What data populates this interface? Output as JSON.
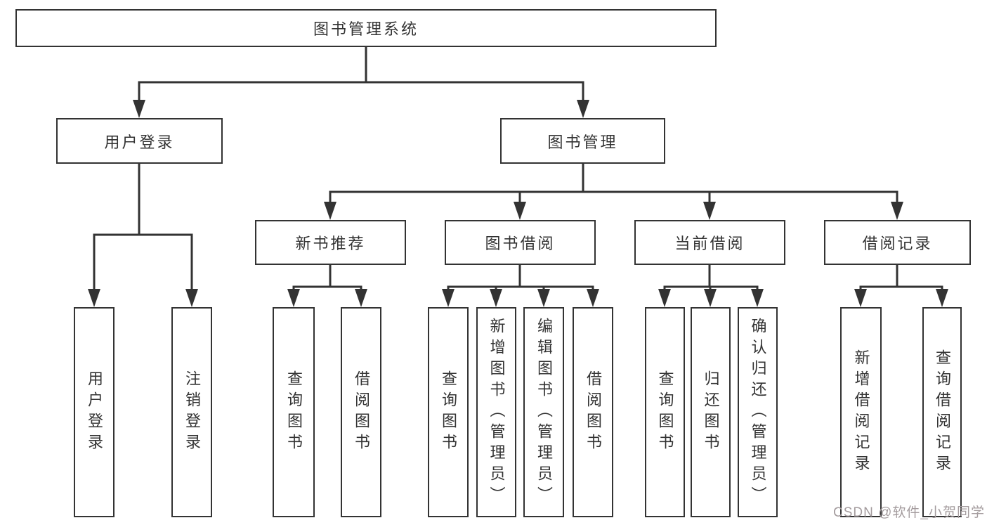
{
  "diagram": {
    "root": {
      "label": "图书管理系统"
    },
    "level2": [
      {
        "label": "用户登录"
      },
      {
        "label": "图书管理"
      }
    ],
    "level3": [
      {
        "label": "新书推荐"
      },
      {
        "label": "图书借阅"
      },
      {
        "label": "当前借阅"
      },
      {
        "label": "借阅记录"
      }
    ],
    "leaves": [
      {
        "label": "用户登录"
      },
      {
        "label": "注销登录"
      },
      {
        "label": "查询图书"
      },
      {
        "label": "借阅图书"
      },
      {
        "label": "查询图书"
      },
      {
        "label": "新增图书（管理员）"
      },
      {
        "label": "编辑图书（管理员）"
      },
      {
        "label": "借阅图书"
      },
      {
        "label": "查询图书"
      },
      {
        "label": "归还图书"
      },
      {
        "label": "确认归还（管理员）"
      },
      {
        "label": "新增借阅记录"
      },
      {
        "label": "查询借阅记录"
      }
    ]
  },
  "watermark": {
    "text": "CSDN @软件_小贺同学"
  },
  "colors": {
    "line": "#333333",
    "text": "#333333",
    "watermark": "#a49c9e",
    "background": "#ffffff"
  }
}
